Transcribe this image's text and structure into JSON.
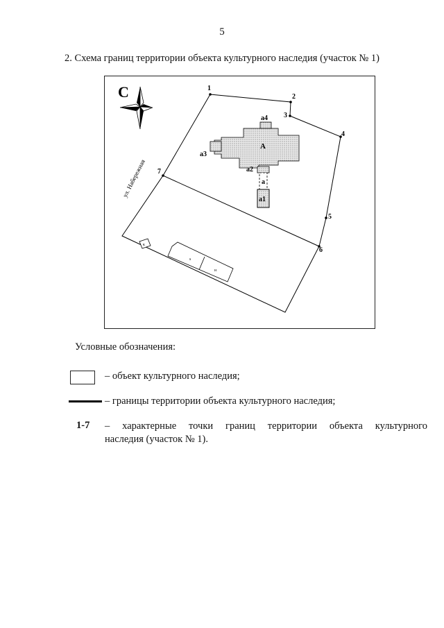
{
  "page_number": "5",
  "title": "2. Схема границ территории объекта культурного наследия (участок № 1)",
  "map": {
    "north_label": "С",
    "street_label": "ул. Набережная",
    "object_label": "А",
    "part_labels": {
      "a1": "a1",
      "a2": "a2",
      "a3": "a3",
      "a4": "a4",
      "a": "a"
    },
    "point_labels": [
      "1",
      "2",
      "3",
      "4",
      "5",
      "6",
      "7"
    ],
    "small_building_labels": [
      "к",
      "s",
      "н"
    ]
  },
  "legend": {
    "heading": "Условные обозначения:",
    "object_text": "– объект культурного наследия;",
    "border_text": "– границы территории объекта культурного наследия;",
    "points_code": "1-7",
    "points_text_line1": "– характерные точки границ территории объекта культурного",
    "points_text_line2": "наследия (участок № 1)."
  }
}
